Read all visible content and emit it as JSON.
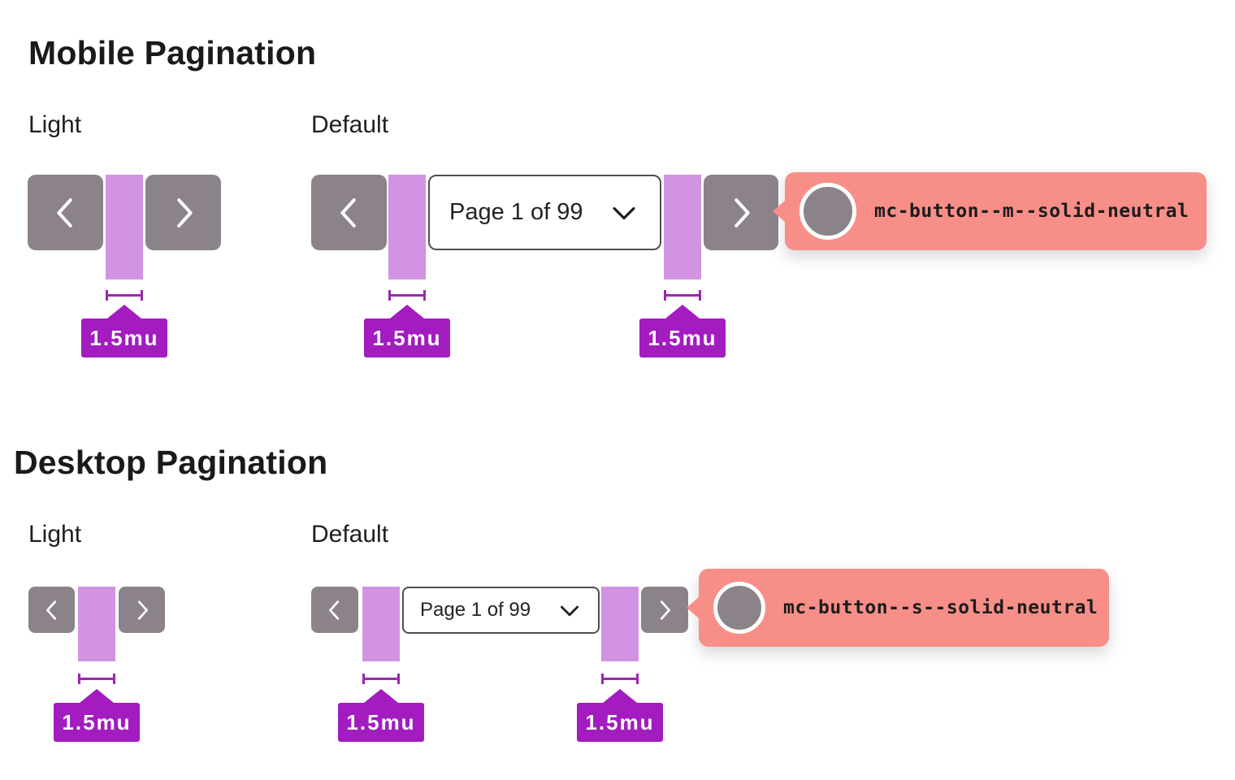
{
  "colors": {
    "neutral_button": "#8b8389",
    "spacing_highlight": "#d193e2",
    "annotation_badge": "#a21cc0",
    "measure_line": "#9c27b0",
    "tooltip_background": "#f78f88",
    "heading_text": "#1a1a1a",
    "dropdown_border": "#524c54"
  },
  "sections": {
    "mobile": {
      "title": "Mobile Pagination",
      "light_label": "Light",
      "default_label": "Default",
      "spacing_annotation": "1.5mu",
      "page_select_value": "Page 1 of 99",
      "tooltip_label": "mc-button--m--solid-neutral",
      "icons": {
        "prev": "chevron-left",
        "next": "chevron-right",
        "select": "chevron-down",
        "hotspot": "hotspot-dot"
      }
    },
    "desktop": {
      "title": "Desktop Pagination",
      "light_label": "Light",
      "default_label": "Default",
      "spacing_annotation": "1.5mu",
      "page_select_value": "Page 1 of 99",
      "tooltip_label": "mc-button--s--solid-neutral",
      "icons": {
        "prev": "chevron-left",
        "next": "chevron-right",
        "select": "chevron-down",
        "hotspot": "hotspot-dot"
      }
    }
  }
}
